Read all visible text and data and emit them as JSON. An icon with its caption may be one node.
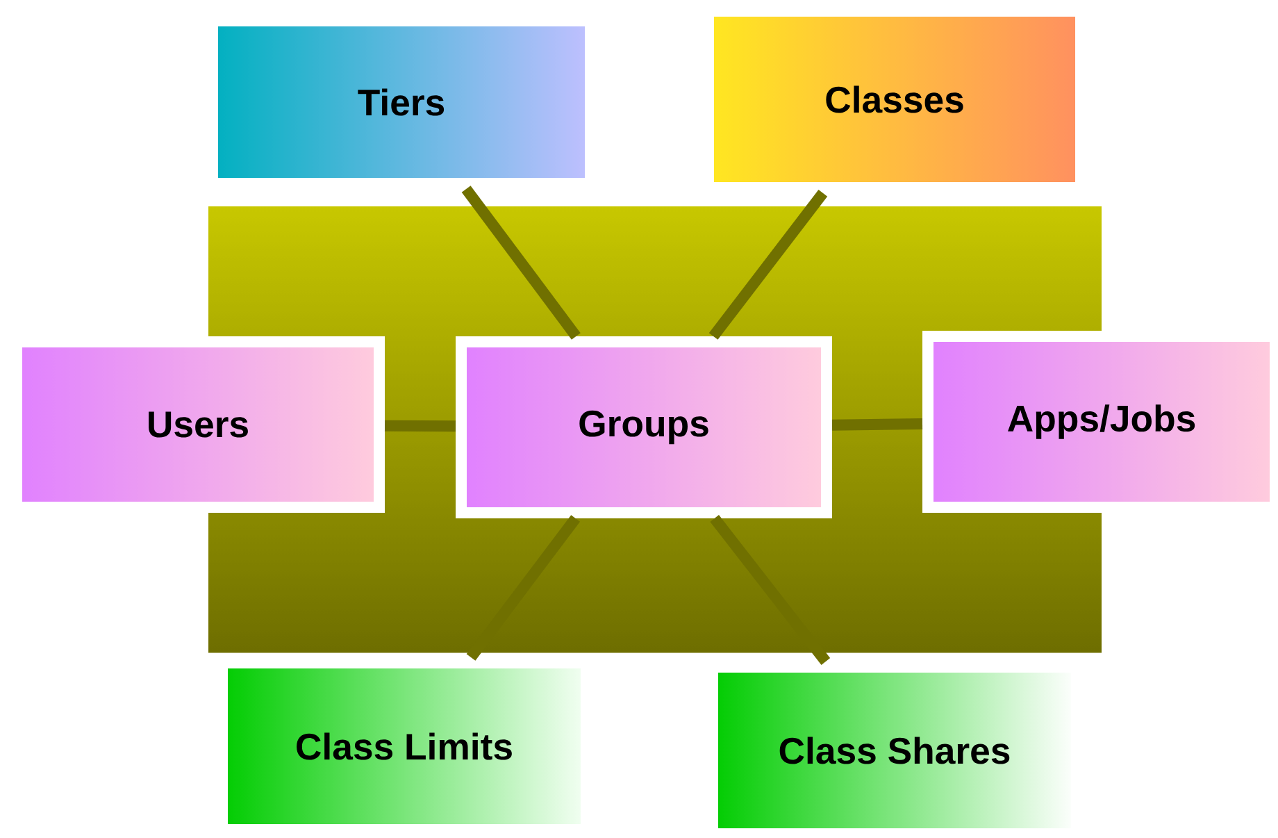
{
  "diagram": {
    "nodes": [
      {
        "text": [
          "Tiers"
        ]
      },
      {
        "text": [
          "Classes"
        ]
      },
      {
        "text": [
          "Users"
        ]
      },
      {
        "text": [
          "Groups"
        ]
      },
      {
        "text": [
          "Apps/Jobs"
        ]
      },
      {
        "text": [
          "Class Limits"
        ]
      },
      {
        "text": [
          "Class Shares"
        ]
      }
    ],
    "edges": [
      {
        "from": 3,
        "to": 0,
        "arrow": "none"
      },
      {
        "from": 3,
        "to": 1,
        "arrow": "none"
      },
      {
        "from": 3,
        "to": 2,
        "arrow": "none"
      },
      {
        "from": 3,
        "to": 4,
        "arrow": "none"
      },
      {
        "from": 3,
        "to": 5,
        "arrow": "none"
      },
      {
        "from": 3,
        "to": 6,
        "arrow": "none"
      }
    ]
  }
}
